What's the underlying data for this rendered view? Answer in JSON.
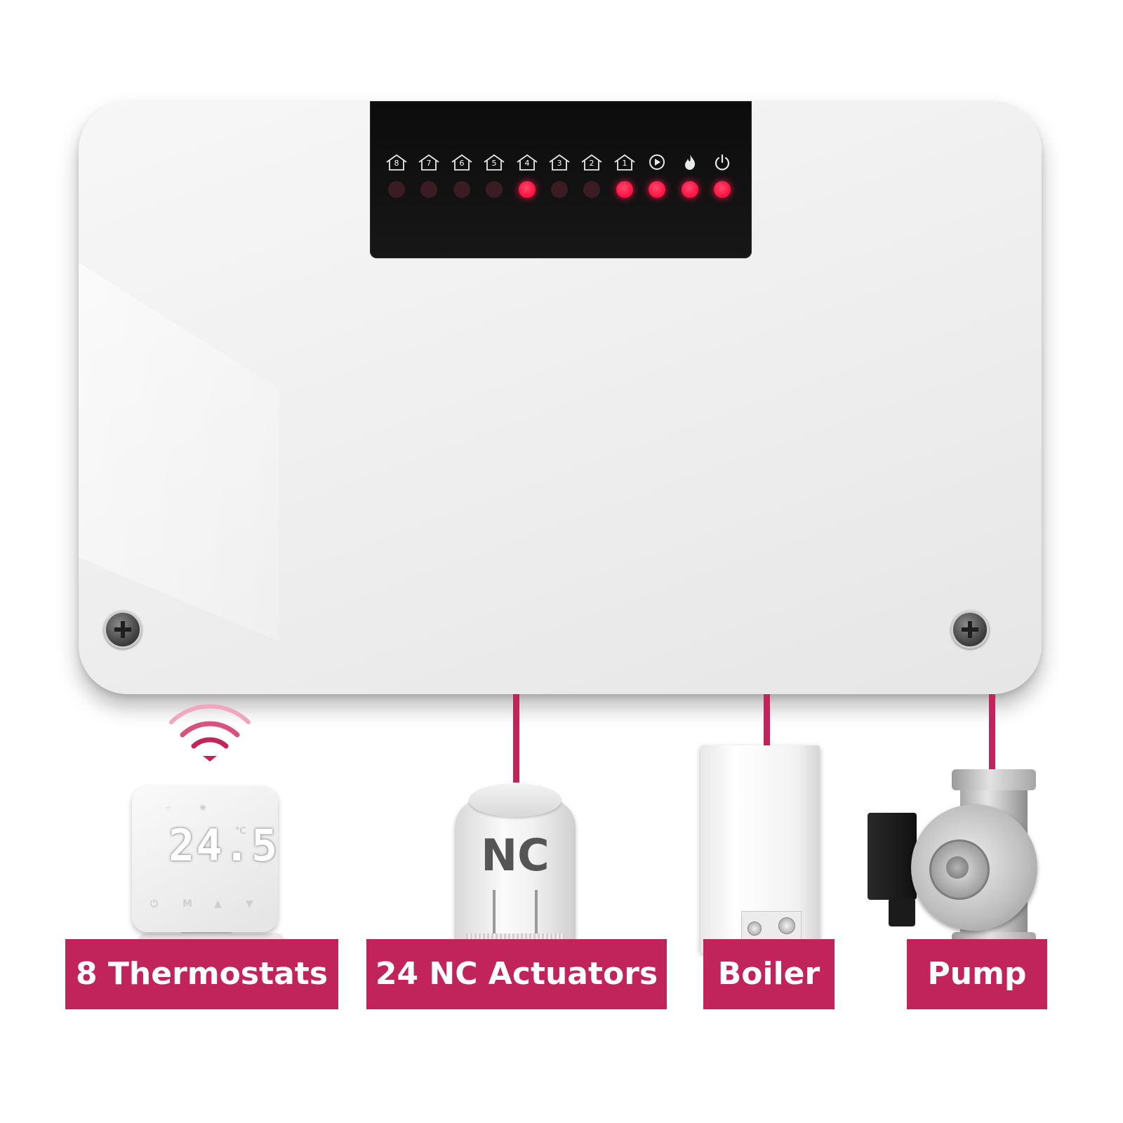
{
  "hub": {
    "channels": [
      {
        "label": "8",
        "led_on": false
      },
      {
        "label": "7",
        "led_on": false
      },
      {
        "label": "6",
        "led_on": false
      },
      {
        "label": "5",
        "led_on": false
      },
      {
        "label": "4",
        "led_on": true
      },
      {
        "label": "3",
        "led_on": false
      },
      {
        "label": "2",
        "led_on": false
      },
      {
        "label": "1",
        "led_on": true
      }
    ],
    "status_icons": [
      {
        "icon": "play-icon",
        "led_on": true
      },
      {
        "icon": "flame-icon",
        "led_on": true
      },
      {
        "icon": "power-icon",
        "led_on": true
      }
    ]
  },
  "thermostat": {
    "temperature": "24.5",
    "unit": "°C",
    "buttons": [
      "⏻",
      "M",
      "▲",
      "▼"
    ]
  },
  "actuator": {
    "marking": "NC"
  },
  "labels": {
    "thermostats": "8 Thermostats",
    "actuators": "24 NC Actuators",
    "boiler": "Boiler",
    "pump": "Pump"
  },
  "colors": {
    "accent": "#c1245a",
    "led_on": "#ff103f",
    "led_off": "#3a1c22",
    "panel": "#0c0c0c"
  }
}
